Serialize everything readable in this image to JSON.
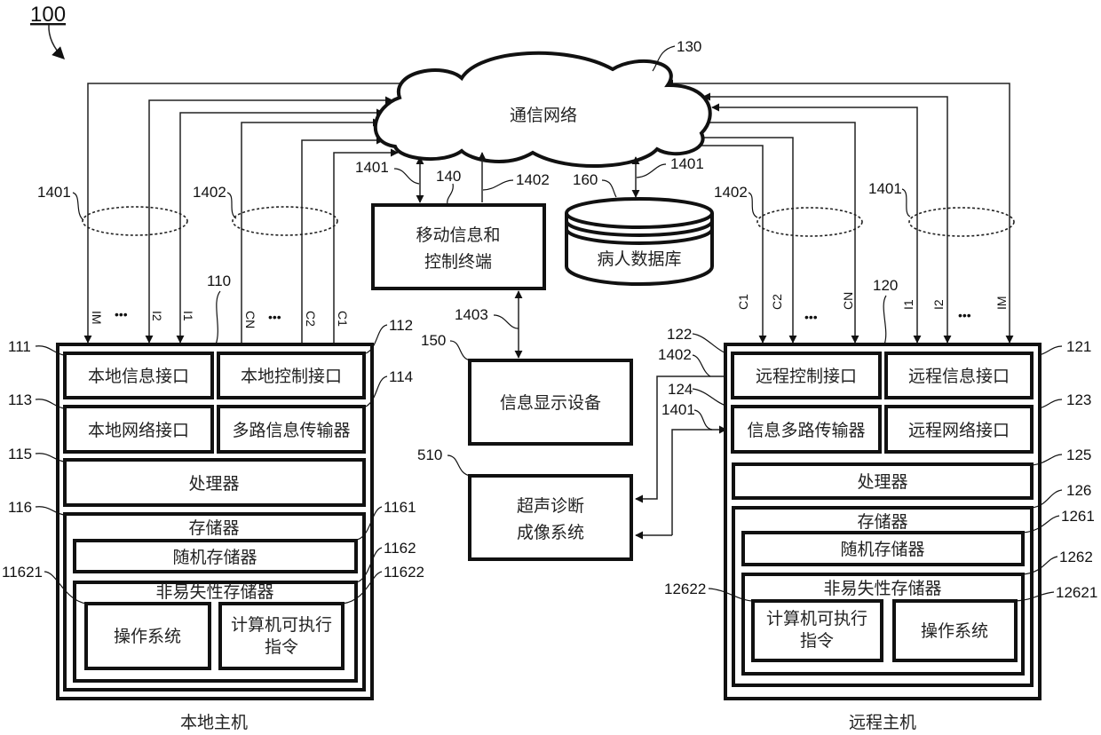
{
  "figure": {
    "number": "100"
  },
  "network": {
    "label": "通信网络",
    "ref": "130"
  },
  "mobile_terminal": {
    "line1": "移动信息和",
    "line2": "控制终端",
    "ref": "140"
  },
  "patient_db": {
    "label": "病人数据库",
    "ref": "160"
  },
  "display_device": {
    "label": "信息显示设备",
    "ref": "150"
  },
  "ultrasound": {
    "line1": "超声诊断",
    "line2": "成像系统",
    "ref": "510"
  },
  "links": {
    "info": "1401",
    "control": "1402",
    "display": "1403"
  },
  "signals": {
    "info": [
      "I1",
      "I2",
      "IM"
    ],
    "control": [
      "C1",
      "C2",
      "CN"
    ],
    "ellipsis": "•••"
  },
  "local_host": {
    "caption": "本地主机",
    "ref": "110",
    "info_interface": {
      "label": "本地信息接口",
      "ref": "111"
    },
    "control_interface": {
      "label": "本地控制接口",
      "ref": "112"
    },
    "network_interface": {
      "label": "本地网络接口",
      "ref": "113"
    },
    "multiplexer": {
      "label": "多路信息传输器",
      "ref": "114"
    },
    "processor": {
      "label": "处理器",
      "ref": "115"
    },
    "memory": {
      "label": "存储器",
      "ref": "116"
    },
    "ram": {
      "label": "随机存储器",
      "ref": "1161"
    },
    "nvm": {
      "label": "非易失性存储器",
      "ref": "1162"
    },
    "os": {
      "label": "操作系统",
      "ref": "11621"
    },
    "instructions": {
      "line1": "计算机可执行",
      "line2": "指令",
      "ref": "11622"
    }
  },
  "remote_host": {
    "caption": "远程主机",
    "ref": "120",
    "info_interface": {
      "label": "远程信息接口",
      "ref": "121"
    },
    "control_interface": {
      "label": "远程控制接口",
      "ref": "122"
    },
    "network_interface": {
      "label": "远程网络接口",
      "ref": "123"
    },
    "multiplexer": {
      "label": "信息多路传输器",
      "ref": "124"
    },
    "processor": {
      "label": "处理器",
      "ref": "125"
    },
    "memory": {
      "label": "存储器",
      "ref": "126"
    },
    "ram": {
      "label": "随机存储器",
      "ref": "1261"
    },
    "nvm": {
      "label": "非易失性存储器",
      "ref": "1262"
    },
    "os": {
      "label": "操作系统",
      "ref": "12621"
    },
    "instructions": {
      "line1": "计算机可执行",
      "line2": "指令",
      "ref": "12622"
    }
  }
}
